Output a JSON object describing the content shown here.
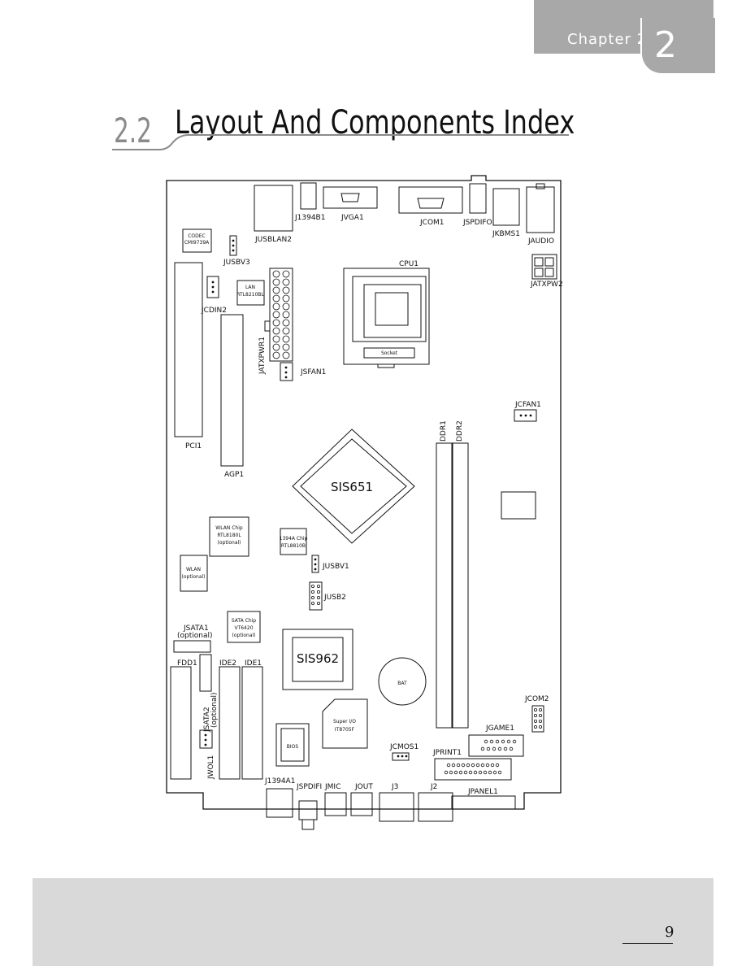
{
  "header": {
    "chapter_label": "Chapter 2",
    "chapter_number": "2"
  },
  "section": {
    "number": "2.2",
    "title": "Layout And Components Index"
  },
  "board": {
    "connectors": {
      "J1394B1": "J1394B1",
      "JVGA1": "JVGA1",
      "JCOM1": "JCOM1",
      "JSPDIFO": "JSPDIFO",
      "JKBMS1": "JKBMS1",
      "JAUDIO": "JAUDIO",
      "JUSBLAN2": "JUSBLAN2",
      "JUSBV3": "JUSBV3",
      "JATXPW2": "JATXPW2",
      "CPU1": "CPU1",
      "Socket": "Socket",
      "JCDIN2": "JCDIN2",
      "JATXPWR1": "JATXPWR1",
      "JSFAN1": "JSFAN1",
      "JCFAN1": "JCFAN1",
      "PCI1": "PCI1",
      "AGP1": "AGP1",
      "DDR1": "DDR1",
      "DDR2": "DDR2",
      "JUSBV1": "JUSBV1",
      "JUSB2": "JUSB2",
      "JSATA1": "JSATA1",
      "JSATA1_opt": "(optional)",
      "FDD1": "FDD1",
      "IDE2": "IDE2",
      "IDE1": "IDE1",
      "JSATA2": "JSATA2",
      "JSATA2_opt": "(optional)",
      "JWOL1": "JWOL1",
      "BAT": "BAT",
      "JCOM2": "JCOM2",
      "JGAME1": "JGAME1",
      "JCMOS1": "JCMOS1",
      "JPRINT1": "JPRINT1",
      "J1394A1": "J1394A1",
      "JSPDIFI": "JSPDIFI",
      "JMIC": "JMIC",
      "JOUT": "JOUT",
      "J3": "J3",
      "J2": "J2",
      "JPANEL1": "JPANEL1",
      "BIOS": "BIOS"
    },
    "chips": {
      "codec": [
        "CODEC",
        "CMI9739A"
      ],
      "lan": [
        "LAN",
        "RTL8210BL"
      ],
      "sis651": "SIS651",
      "wlan_chip": [
        "WLAN Chip",
        "RTL8180L",
        "(optional)"
      ],
      "ieee1394": [
        "1394A Chip",
        "RTL8810B"
      ],
      "wlan": [
        "WLAN",
        "(optional)"
      ],
      "sata_chip": [
        "SATA Chip",
        "VT6420",
        "(optional)"
      ],
      "sis962": "SIS962",
      "superio": [
        "Super I/O",
        "IT8705F"
      ]
    }
  },
  "footer": {
    "page_number": "9"
  }
}
